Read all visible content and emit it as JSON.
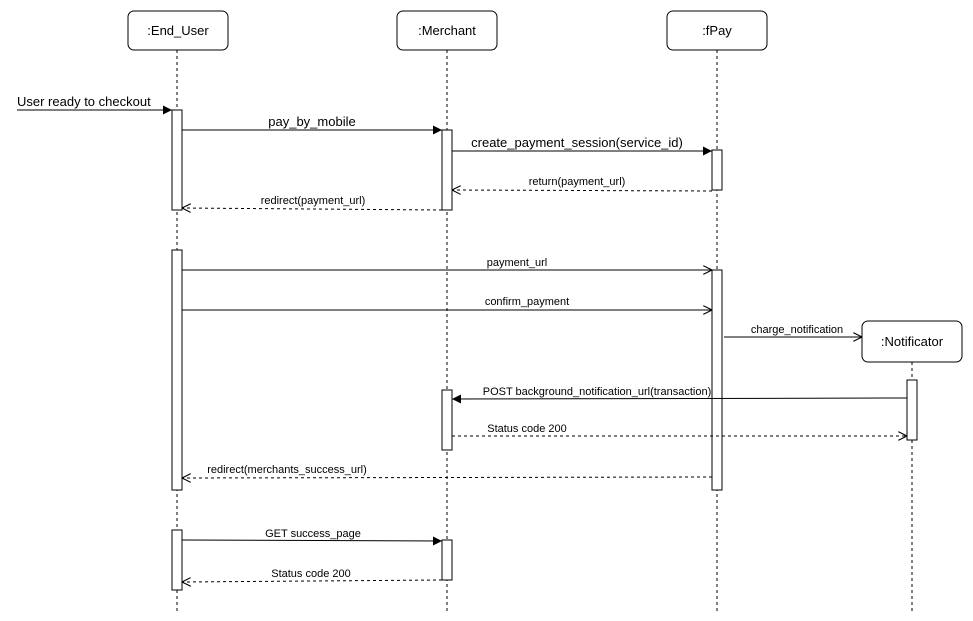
{
  "participants": [
    {
      "id": "end_user",
      "label": ":End_User"
    },
    {
      "id": "merchant",
      "label": ":Merchant"
    },
    {
      "id": "fpay",
      "label": ":fPay"
    },
    {
      "id": "notificator",
      "label": ":Notificator"
    }
  ],
  "messages": [
    {
      "id": "m0",
      "label": "User ready to checkout",
      "kind": "sync"
    },
    {
      "id": "m1",
      "label": "pay_by_mobile",
      "kind": "sync"
    },
    {
      "id": "m2",
      "label": "create_payment_session(service_id)",
      "kind": "sync"
    },
    {
      "id": "m3",
      "label": "return(payment_url)",
      "kind": "return"
    },
    {
      "id": "m4",
      "label": "redirect(payment_url)",
      "kind": "return"
    },
    {
      "id": "m5",
      "label": "payment_url",
      "kind": "async"
    },
    {
      "id": "m6",
      "label": "confirm_payment",
      "kind": "async"
    },
    {
      "id": "m7",
      "label": "charge_notification",
      "kind": "create"
    },
    {
      "id": "m8",
      "label": "POST background_notification_url(transaction)",
      "kind": "sync"
    },
    {
      "id": "m9",
      "label": "Status code 200",
      "kind": "return"
    },
    {
      "id": "m10",
      "label": "redirect(merchants_success_url)",
      "kind": "return"
    },
    {
      "id": "m11",
      "label": "GET success_page",
      "kind": "sync"
    },
    {
      "id": "m12",
      "label": "Status code 200",
      "kind": "return"
    }
  ],
  "colors": {
    "stroke": "#000000",
    "fill": "#ffffff",
    "text": "#000000"
  }
}
